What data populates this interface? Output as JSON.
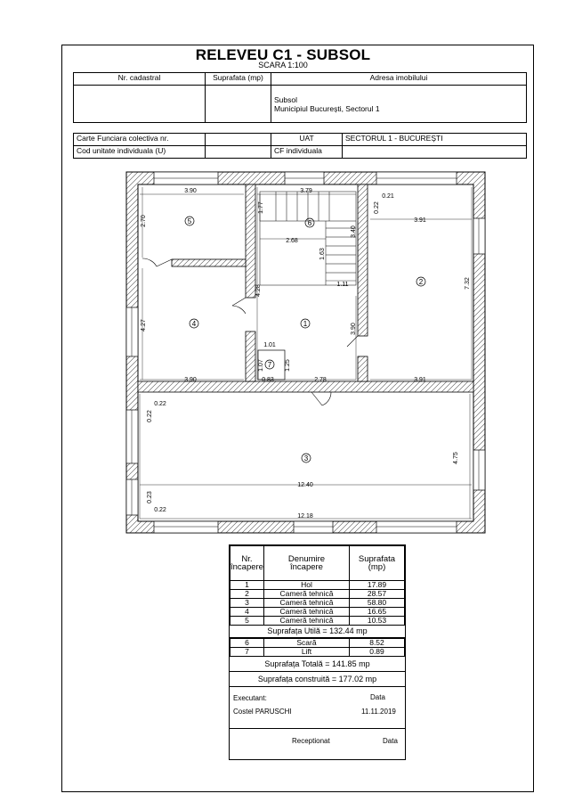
{
  "header": {
    "title": "RELEVEU C1 - SUBSOL",
    "scale": "SCARA 1:100",
    "col_cadastral": "Nr. cadastral",
    "col_suprafata": "Suprafata (mp)",
    "col_adresa": "Adresa imobilului",
    "address_line1": "Subsol",
    "address_line2": "Municipiul București, Sectorul 1",
    "carte_funciara": "Carte Funciara colectiva nr.",
    "uat_label": "UAT",
    "uat_value": "SECTORUL 1 - BUCUREȘTI",
    "cod_unitate": "Cod unitate individuala (U)",
    "cf_individuala": "CF individuala"
  },
  "plan": {
    "room_numbers": [
      "1",
      "2",
      "3",
      "4",
      "5",
      "6",
      "7"
    ],
    "dimensions": {
      "r5_width": "3.90",
      "r5_height": "2.70",
      "r6_width": "3.79",
      "r6_side": "1.77",
      "r6_stair": "2.68",
      "r6_stair_h": "3.40",
      "r6_small": "1.63",
      "r6_small_w": "1.11",
      "r2_offset": "0.21",
      "r2_offset_v": "0.22",
      "r2_width": "3.91",
      "r2_height": "7.32",
      "r2_bottom": "3.91",
      "r4_height": "4.27",
      "r4_width": "3.90",
      "r1_height": "4.28",
      "r1_right": "3.90",
      "r1_bottom": "2.78",
      "r7_width": "1.01",
      "r7_h1": "1.07",
      "r7_h2": "1.25",
      "r7_small": "0.83",
      "r3_off1": "0.22",
      "r3_off1_v": "0.22",
      "r3_width": "12.40",
      "r3_height": "4.75",
      "r3_off2_v": "0.23",
      "r3_off2": "0.22",
      "r3_bottom": "12.18"
    }
  },
  "summary": {
    "h_nr": [
      "Nr.",
      "încapere"
    ],
    "h_den": [
      "Denumire",
      "încapere"
    ],
    "h_sup": [
      "Suprafata",
      "(mp)"
    ],
    "rows_a": [
      {
        "nr": "1",
        "name": "Hol",
        "area": "17.89"
      },
      {
        "nr": "2",
        "name": "Cameră tehnică",
        "area": "28.57"
      },
      {
        "nr": "3",
        "name": "Cameră tehnică",
        "area": "58.80"
      },
      {
        "nr": "4",
        "name": "Cameră tehnică",
        "area": "16.65"
      },
      {
        "nr": "5",
        "name": "Cameră tehnică",
        "area": "10.53"
      }
    ],
    "util": "Suprafața Utilă = 132.44 mp",
    "rows_b": [
      {
        "nr": "6",
        "name": "Scară",
        "area": "8.52"
      },
      {
        "nr": "7",
        "name": "Lift",
        "area": "0.89"
      }
    ],
    "totala": "Suprafața Totală = 141.85 mp",
    "construita": "Suprafața construită = 177.02 mp",
    "executant": "Executant:",
    "data1": "Data",
    "name": "Costel PARUSCHI",
    "date": "11.11.2019",
    "receptionat": "Receptionat",
    "data2": "Data"
  }
}
